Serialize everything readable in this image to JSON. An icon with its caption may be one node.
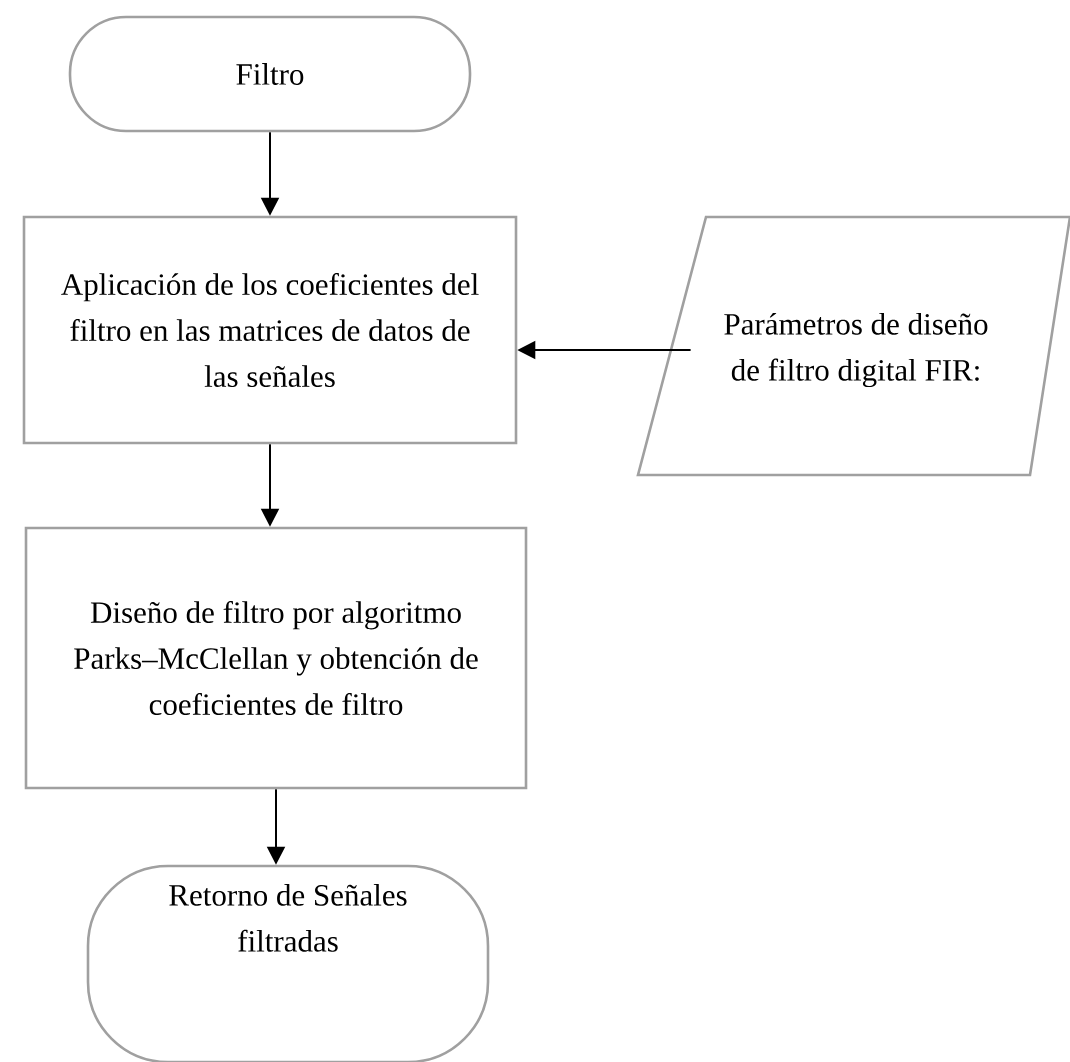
{
  "diagram": {
    "nodes": [
      {
        "text": [
          "Filtro"
        ]
      },
      {
        "text": [
          "Aplicación de los coeficientes del filtro en las matrices de datos de las señales"
        ]
      },
      {
        "text": [
          "Parámetros de diseño de filtro digital FIR:"
        ]
      },
      {
        "text": [
          "Diseño de filtro por algoritmo Parks–McClellan y obtención de coeficientes de filtro"
        ]
      },
      {
        "text": [
          "Retorno de Señales filtradas"
        ]
      }
    ],
    "edges": [
      {
        "from": 0,
        "to": 1,
        "arrow": "to"
      },
      {
        "from": 2,
        "to": 1,
        "arrow": "to"
      },
      {
        "from": 1,
        "to": 3,
        "arrow": "to"
      },
      {
        "from": 3,
        "to": 4,
        "arrow": "to"
      }
    ]
  }
}
